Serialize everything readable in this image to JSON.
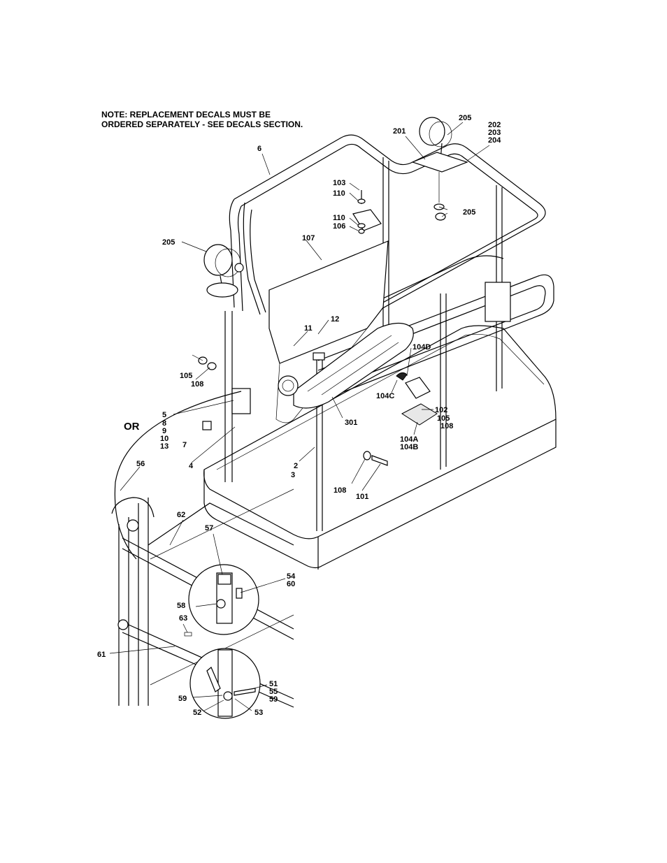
{
  "note": {
    "line1": "NOTE: REPLACEMENT DECALS MUST BE",
    "line2": "ORDERED SEPARATELY - SEE DECALS SECTION."
  },
  "callouts": {
    "c205a": "205",
    "c202": "202",
    "c203": "203",
    "c204": "204",
    "c201": "201",
    "c6": "6",
    "c103": "103",
    "c110a": "110",
    "c110b": "110",
    "c106": "106",
    "c205b": "205",
    "c205c": "205",
    "c107": "107",
    "c12": "12",
    "c11": "11",
    "c104d": "104D",
    "c105a": "105",
    "c108a": "108",
    "c104c": "104C",
    "c5": "5",
    "c8": "8",
    "c9": "9",
    "c10": "10",
    "c13": "13",
    "cor": "OR",
    "c7": "7",
    "c301": "301",
    "c102": "102",
    "c105b": "105",
    "c108b": "108",
    "c104a": "104A",
    "c104b": "104B",
    "c4": "4",
    "c2": "2",
    "c3": "3",
    "c56": "56",
    "c108c": "108",
    "c101": "101",
    "c62": "62",
    "c57": "57",
    "c54": "54",
    "c60": "60",
    "c58": "58",
    "c63": "63",
    "c61": "61",
    "c51": "51",
    "c55": "55",
    "c59a": "59",
    "c59b": "59",
    "c52": "52",
    "c53": "53"
  }
}
